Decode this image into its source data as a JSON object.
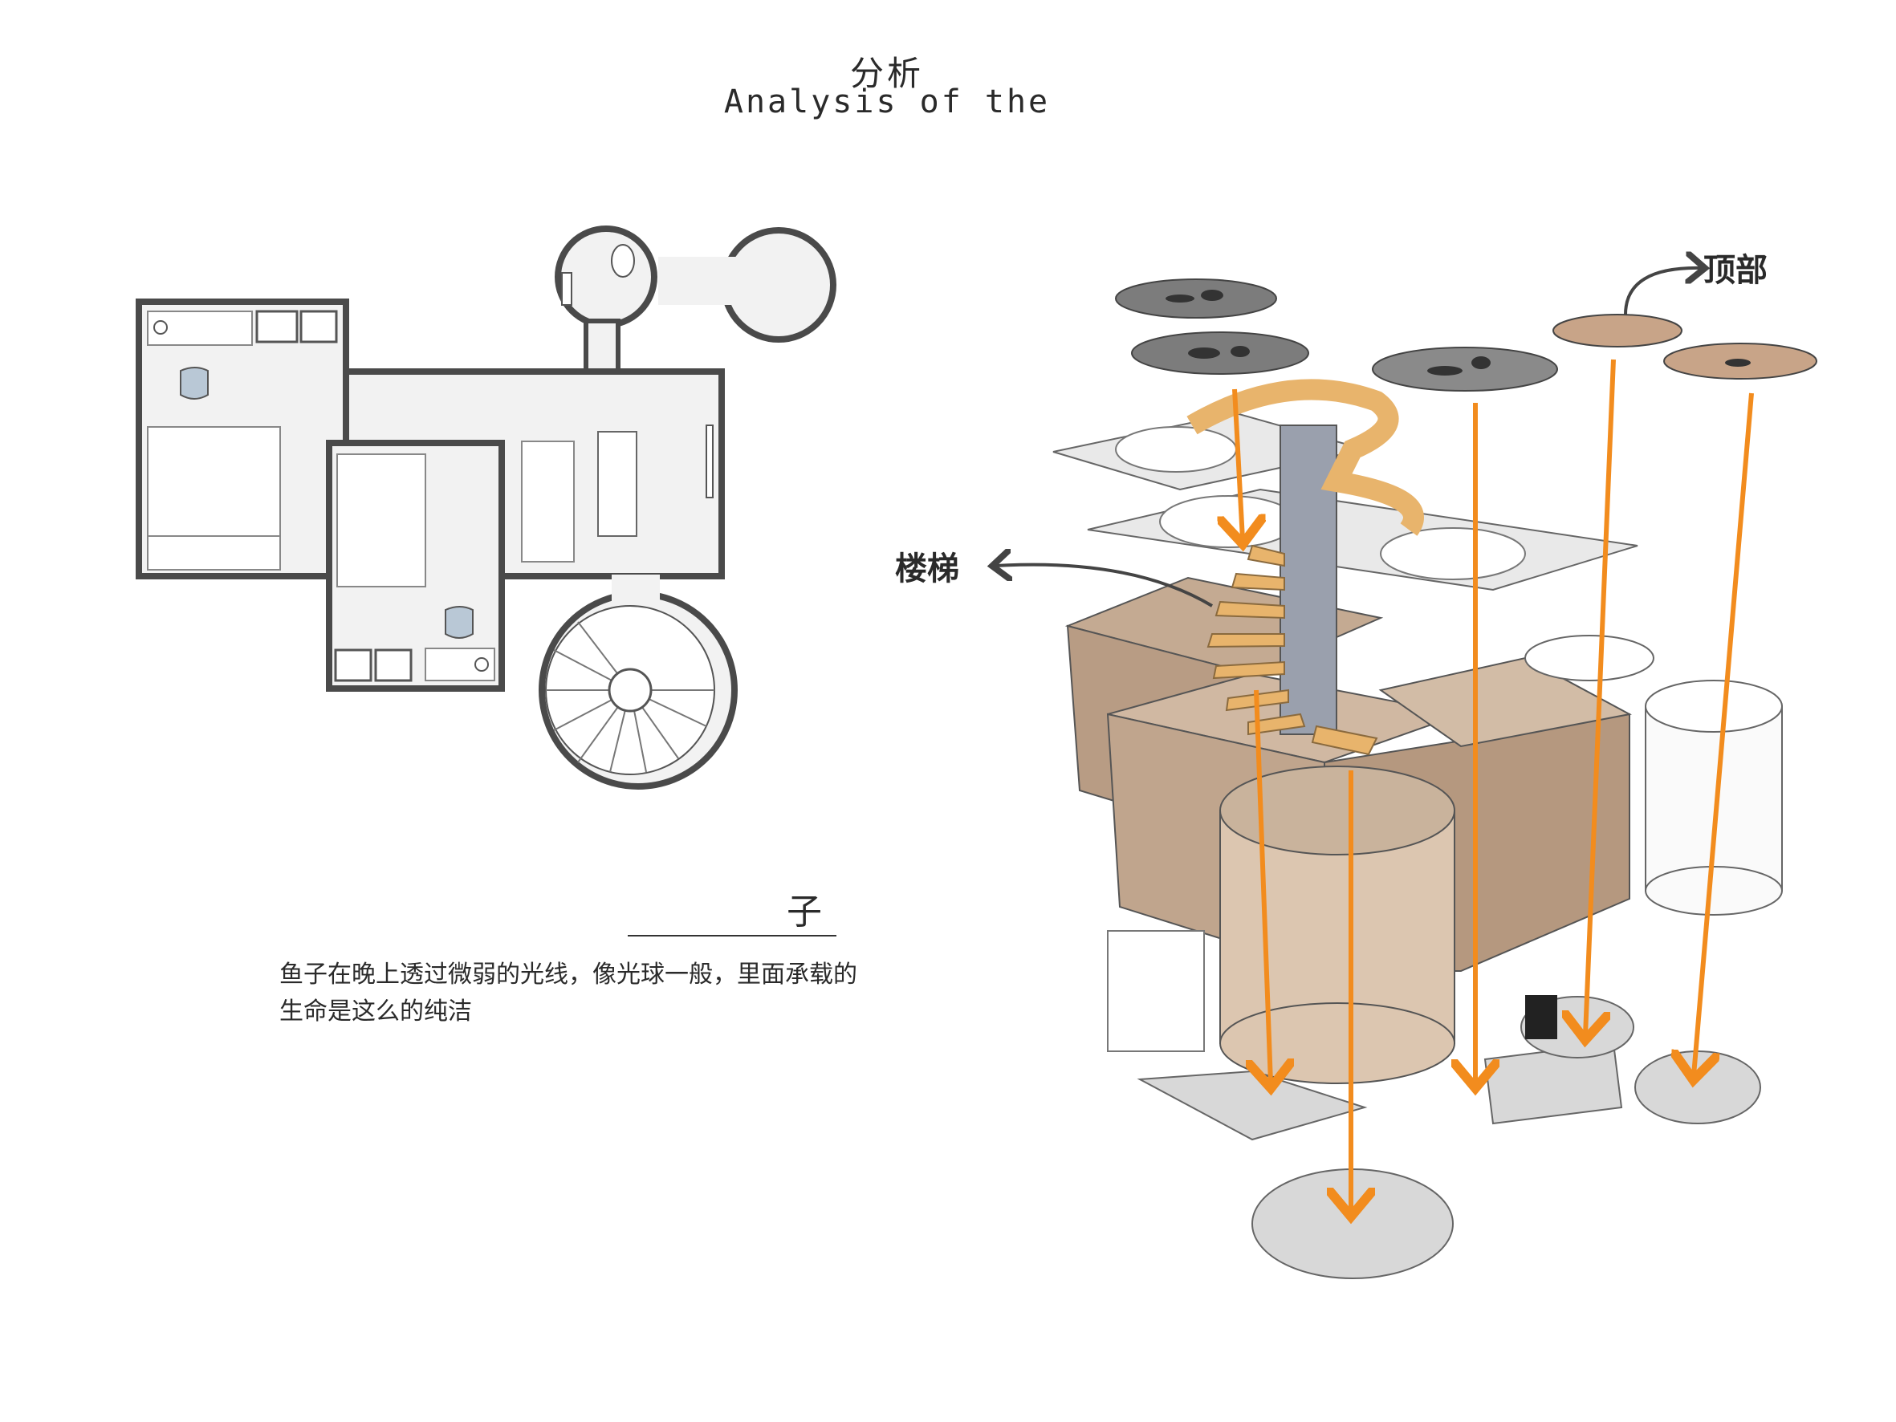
{
  "header": {
    "title_cn": "分析",
    "title_en": "Analysis of the"
  },
  "labels": {
    "stairs": "楼梯",
    "roof": "顶部"
  },
  "section": {
    "heading": "子",
    "caption": "鱼子在晚上透过微弱的光线，像光球一般，里面承载的生命是这么的纯洁"
  },
  "colors": {
    "wall": "#4a4a4a",
    "floor": "#f2f2f2",
    "wood": "#e8b46c",
    "box": "#c4aa92",
    "arrow": "#f28c1e",
    "slab": "#e9e9e9",
    "pole": "#9aa0ad"
  }
}
